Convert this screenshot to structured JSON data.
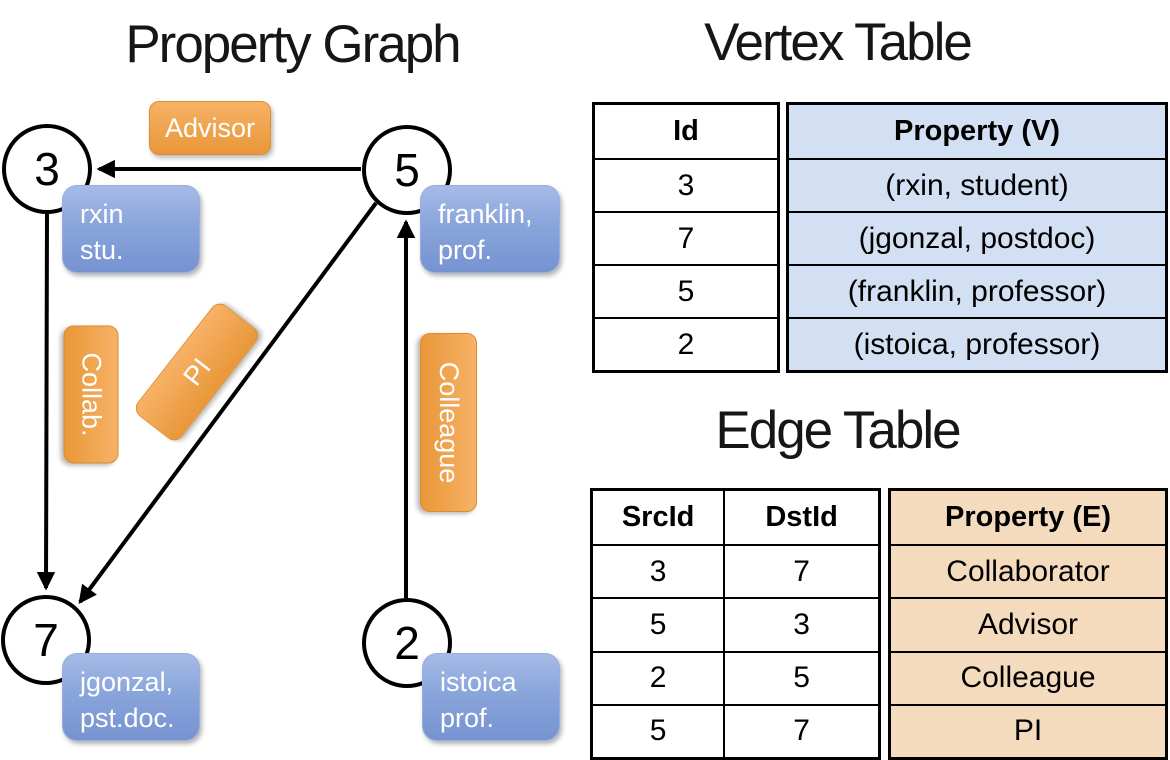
{
  "graph": {
    "title": "Property Graph",
    "nodes": [
      {
        "id": "3",
        "property": [
          "rxin",
          "stu."
        ]
      },
      {
        "id": "5",
        "property": [
          "franklin,",
          "prof."
        ]
      },
      {
        "id": "7",
        "property": [
          "jgonzal,",
          "pst.doc."
        ]
      },
      {
        "id": "2",
        "property": [
          "istoica",
          "prof."
        ]
      }
    ],
    "edges": [
      {
        "label": "Advisor",
        "from": "5",
        "to": "3"
      },
      {
        "label": "Collab.",
        "from": "3",
        "to": "7"
      },
      {
        "label": "PI",
        "from": "5",
        "to": "7"
      },
      {
        "label": "Colleague",
        "from": "2",
        "to": "5"
      }
    ]
  },
  "vertex_table": {
    "title": "Vertex Table",
    "headers": [
      "Id",
      "Property (V)"
    ],
    "rows": [
      [
        "3",
        "(rxin, student)"
      ],
      [
        "7",
        "(jgonzal, postdoc)"
      ],
      [
        "5",
        "(franklin, professor)"
      ],
      [
        "2",
        "(istoica, professor)"
      ]
    ]
  },
  "edge_table": {
    "title": "Edge Table",
    "headers": [
      "SrcId",
      "DstId",
      "Property (E)"
    ],
    "rows": [
      [
        "3",
        "7",
        "Collaborator"
      ],
      [
        "5",
        "3",
        "Advisor"
      ],
      [
        "2",
        "5",
        "Colleague"
      ],
      [
        "5",
        "7",
        "PI"
      ]
    ]
  },
  "colors": {
    "edge_label_orange": "#EFA34D",
    "vertex_label_blue": "#8AA5DB",
    "vertex_table_fill": "#D3DFF2",
    "edge_table_fill": "#F5DBBE",
    "line_color": "#000000"
  }
}
